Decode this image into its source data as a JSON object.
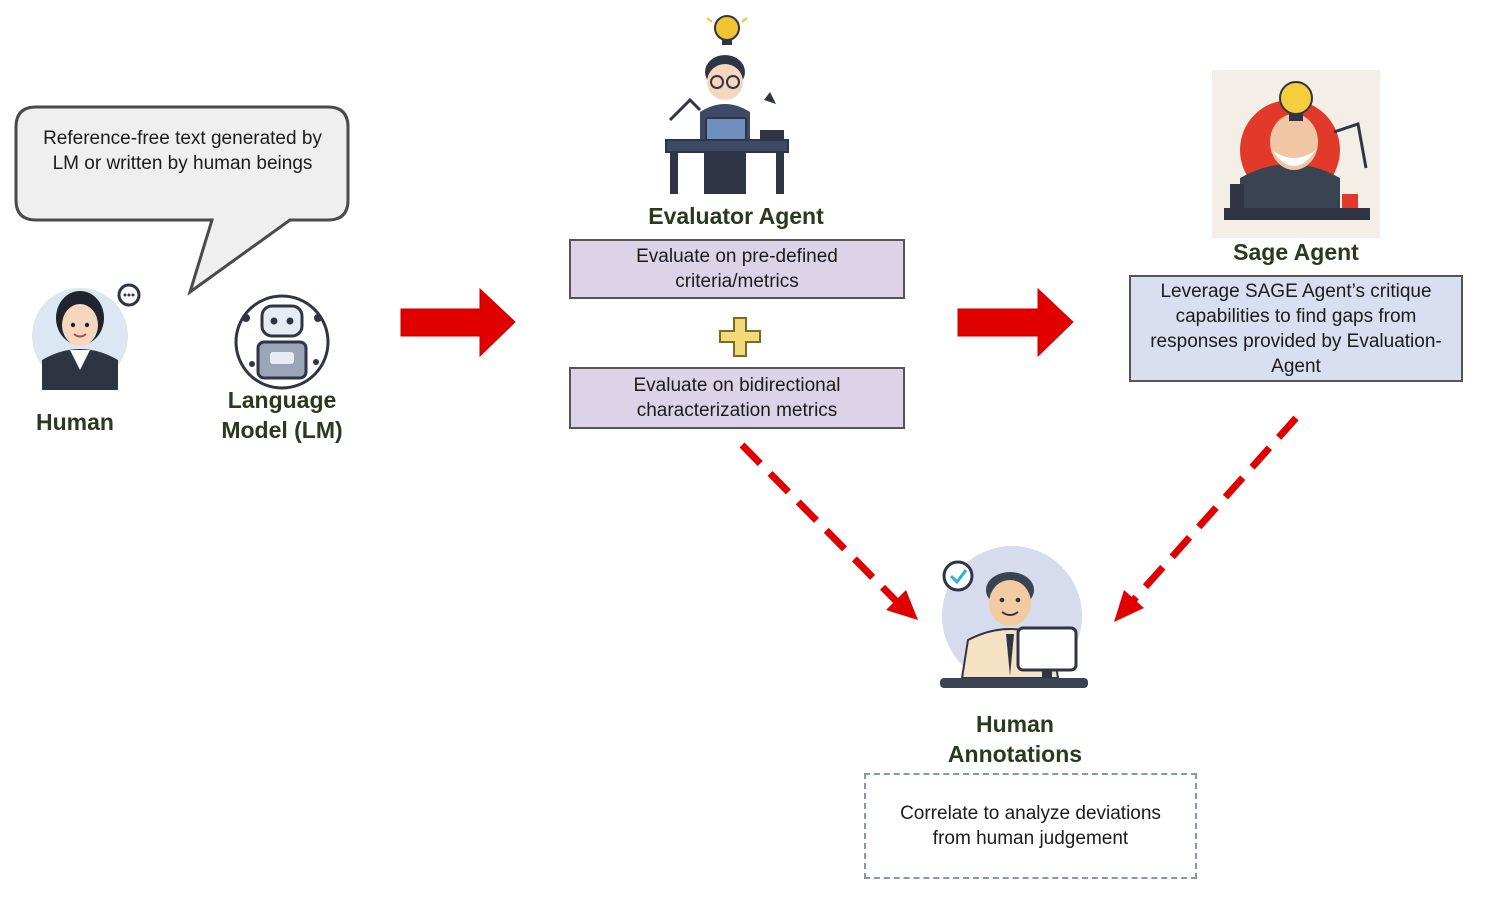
{
  "speech_bubble": {
    "text": "Reference-free text generated by LM or written by human beings"
  },
  "human": {
    "label": "Human",
    "icon": "woman-avatar-icon"
  },
  "lm": {
    "label": "Language Model (LM)",
    "icon": "robot-icon"
  },
  "evaluator": {
    "label": "Evaluator Agent",
    "icon": "evaluator-at-desk-icon",
    "box1": "Evaluate on pre-defined criteria/metrics",
    "box2": "Evaluate on bidirectional characterization metrics",
    "plus_color": "#d4b13a"
  },
  "sage": {
    "label": "Sage Agent",
    "icon": "sage-with-lightbulb-icon",
    "box": "Leverage SAGE Agent’s critique capabilities to find gaps from responses provided by Evaluation-Agent"
  },
  "annotator": {
    "label": "Human Annotations",
    "icon": "annotator-at-computer-icon",
    "box": "Correlate to analyze deviations from human judgement"
  },
  "colors": {
    "arrow": "#e00000",
    "purple_box": "#dcd3e8",
    "blue_box": "#d7dff0",
    "dashed_border": "#7f98bb"
  }
}
